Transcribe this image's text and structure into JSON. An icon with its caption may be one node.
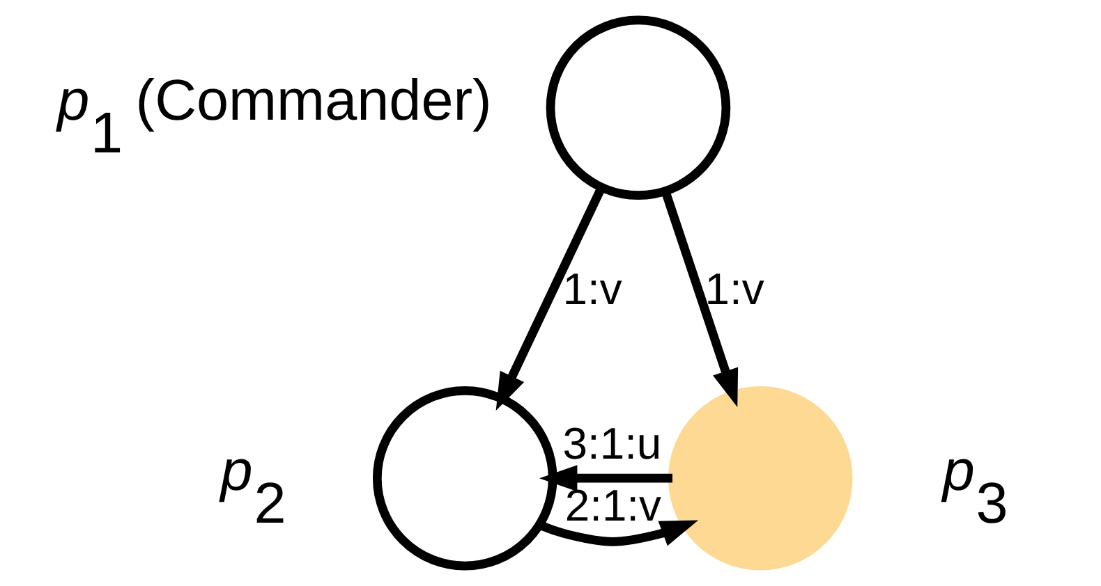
{
  "diagram": {
    "nodes": [
      {
        "text": [],
        "shape": "circle",
        "beside": [
          "*p*$_{1}$ (Commander)"
        ]
      },
      {
        "text": [],
        "shape": "circle",
        "beside": [
          "*p*$_{2}$"
        ]
      },
      {
        "text": [],
        "shape": "circle",
        "beside": [
          "*p*$_{3}$"
        ]
      }
    ],
    "edges": [
      {
        "from": 0,
        "to": 1,
        "arrow": "to",
        "label": "1:v"
      },
      {
        "from": 0,
        "to": 2,
        "arrow": "to",
        "label": "1:v"
      },
      {
        "from": 1,
        "to": 2,
        "arrow": "to",
        "label": "2:1:v"
      },
      {
        "from": 2,
        "to": 1,
        "arrow": "to",
        "label": "3:1:u"
      }
    ]
  }
}
